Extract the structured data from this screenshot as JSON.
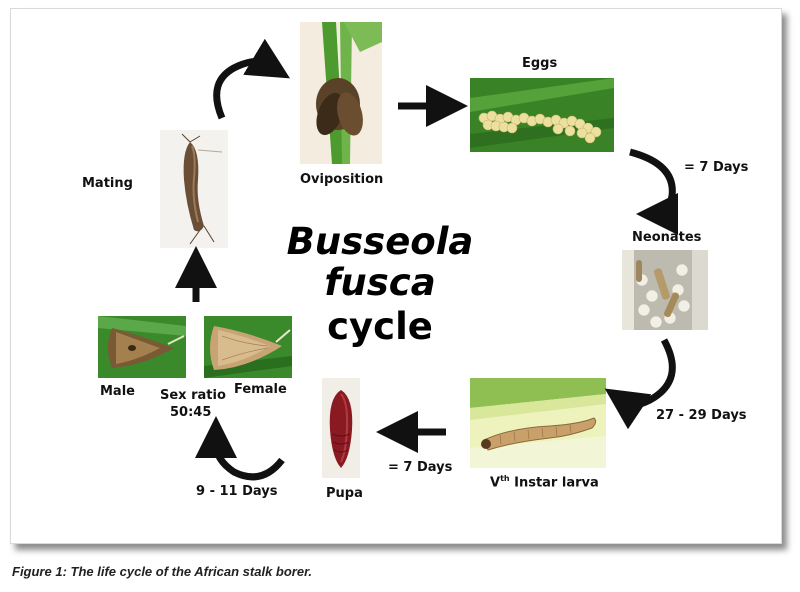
{
  "diagram": {
    "title_species": "Busseola fusca",
    "title_word": "cycle",
    "labels": {
      "oviposition": "Oviposition",
      "eggs": "Eggs",
      "eggs_duration": "= 7 Days",
      "neonates": "Neonates",
      "neonates_duration": "27 - 29 Days",
      "larva_numeral": "V",
      "larva_suffix": "th",
      "larva_rest": " Instar larva",
      "larva_duration": "= 7 Days",
      "pupa": "Pupa",
      "pupa_duration": "9 - 11 Days",
      "male": "Male",
      "female": "Female",
      "sex_ratio": "Sex ratio",
      "sex_ratio_value": "50:45",
      "mating": "Mating"
    },
    "colors": {
      "leaf_green": "#3f8a2a",
      "egg_yellow": "#e9dd8a",
      "moth_brown": "#6b4a2c",
      "pupa_red": "#8a1a22",
      "arrow": "#111111"
    }
  },
  "caption": "Figure 1: The life cycle of the African stalk borer."
}
